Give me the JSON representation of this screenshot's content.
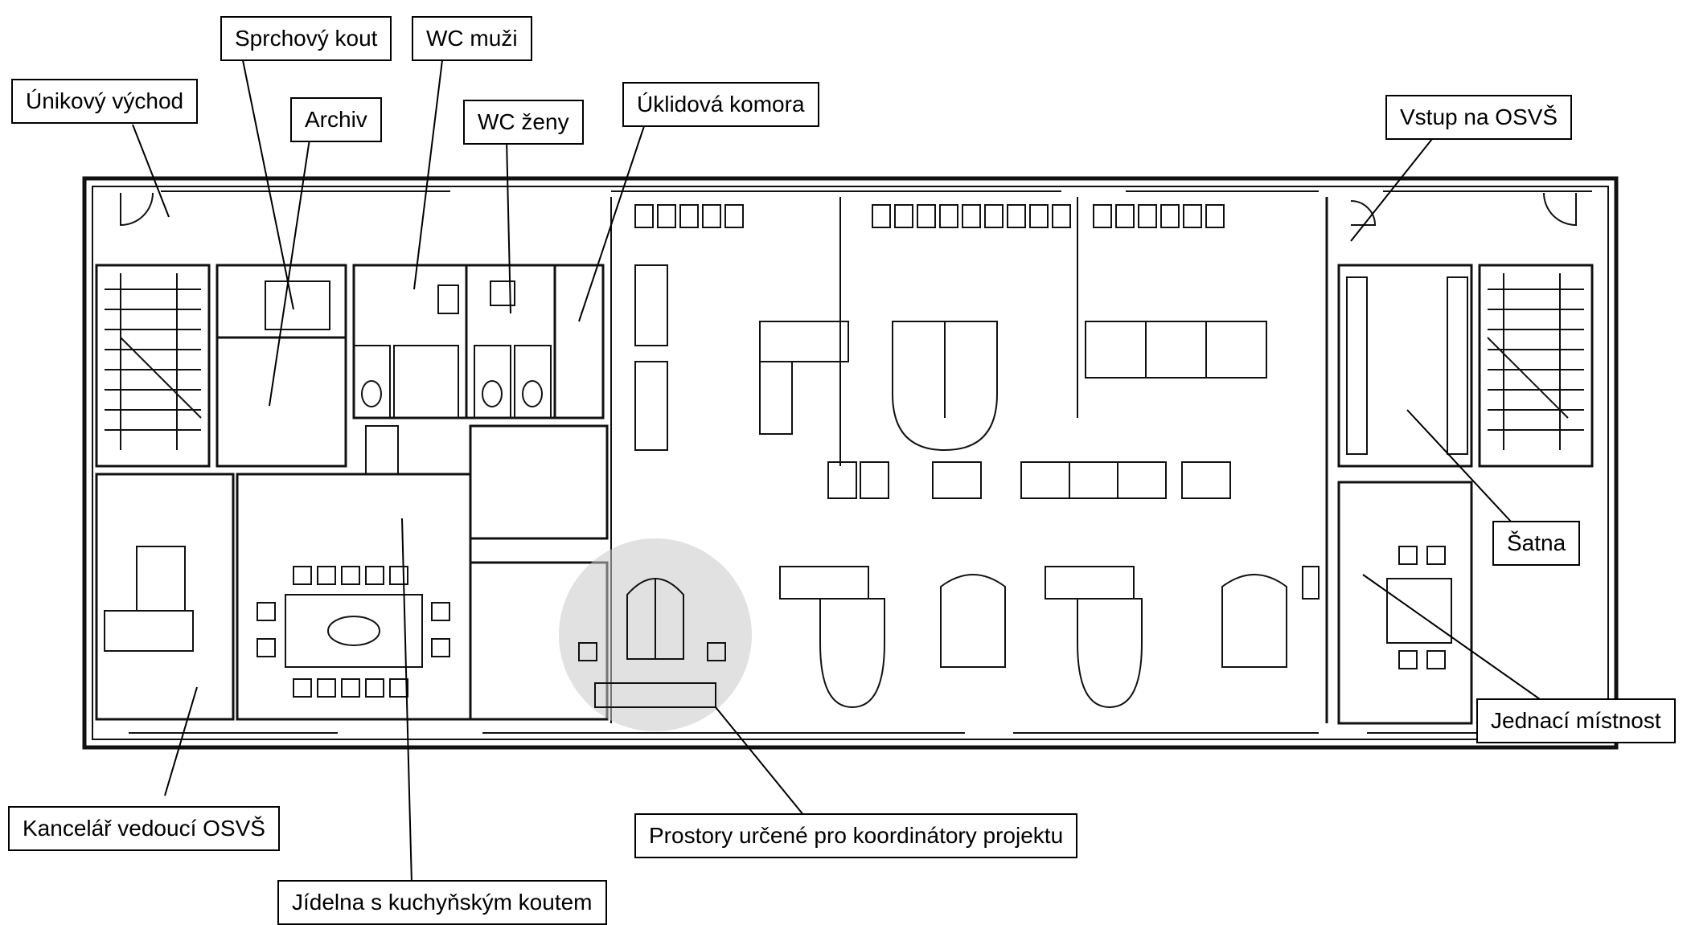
{
  "labels": {
    "unikovy_vychod": "Únikový východ",
    "sprchovy_kout": "Sprchový kout",
    "wc_muzi": "WC muži",
    "archiv": "Archiv",
    "wc_zeny": "WC ženy",
    "uklidova_komora": "Úklidová komora",
    "vstup_osvs": "Vstup na OSVŠ",
    "satna": "Šatna",
    "jednaci_mistnost": "Jednací místnost",
    "prostory_koordinatory": "Prostory určené pro koordinátory projektu",
    "kancelar_vedouci": "Kancelář vedoucí OSVŠ",
    "jidelna": "Jídelna s kuchyňským koutem"
  }
}
